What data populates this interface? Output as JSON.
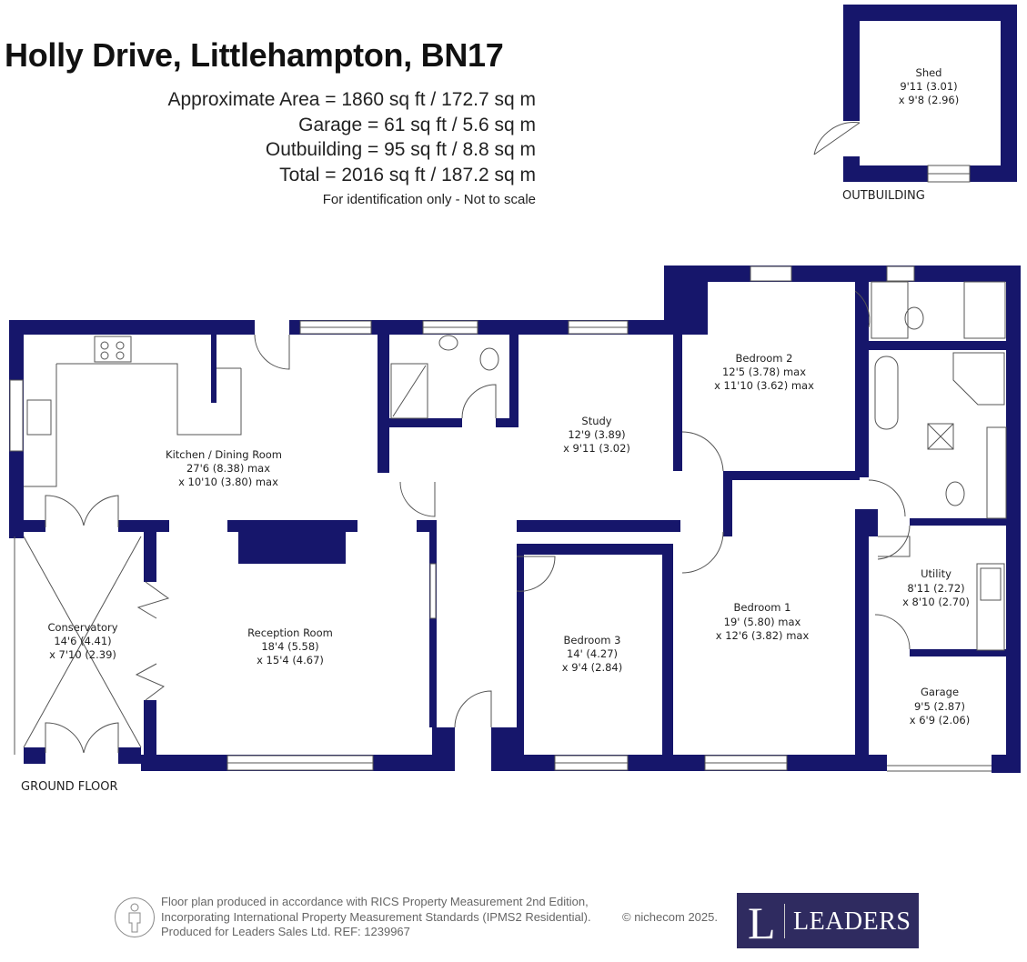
{
  "header": {
    "title": "Holly Drive, Littlehampton, BN17",
    "areas": [
      "Approximate Area = 1860 sq ft / 172.7 sq m",
      "Garage = 61 sq ft / 5.6 sq m",
      "Outbuilding = 95 sq ft / 8.8 sq m",
      "Total = 2016 sq ft / 187.2 sq m"
    ],
    "note": "For identification only - Not to scale"
  },
  "outbuilding": {
    "label": "OUTBUILDING",
    "room": {
      "name": "Shed",
      "dim1": "9'11 (3.01)",
      "dim2": "x 9'8 (2.96)"
    }
  },
  "ground_floor": {
    "label": "GROUND FLOOR",
    "rooms": {
      "kitchen": {
        "name": "Kitchen /  Dining Room",
        "dim1": "27'6 (8.38) max",
        "dim2": "x 10'10 (3.80) max"
      },
      "conservatory": {
        "name": "Conservatory",
        "dim1": "14'6 (4.41)",
        "dim2": "x 7'10 (2.39)"
      },
      "reception": {
        "name": "Reception Room",
        "dim1": "18'4 (5.58)",
        "dim2": "x 15'4 (4.67)"
      },
      "study": {
        "name": "Study",
        "dim1": "12'9 (3.89)",
        "dim2": "x 9'11 (3.02)"
      },
      "bedroom2": {
        "name": "Bedroom 2",
        "dim1": "12'5 (3.78) max",
        "dim2": "x 11'10 (3.62) max"
      },
      "bedroom3": {
        "name": "Bedroom 3",
        "dim1": "14' (4.27)",
        "dim2": "x 9'4 (2.84)"
      },
      "bedroom1": {
        "name": "Bedroom 1",
        "dim1": "19' (5.80) max",
        "dim2": "x 12'6 (3.82) max"
      },
      "utility": {
        "name": "Utility",
        "dim1": "8'11 (2.72)",
        "dim2": "x 8'10 (2.70)"
      },
      "garage": {
        "name": "Garage",
        "dim1": "9'5 (2.87)",
        "dim2": "x 6'9 (2.06)"
      }
    }
  },
  "footer": {
    "lines": [
      "Floor plan produced in accordance with RICS Property Measurement 2nd Edition,",
      "Incorporating International Property Measurement Standards (IPMS2 Residential).",
      "Produced for Leaders Sales Ltd.   REF:  1239967"
    ],
    "copyright": "© nichecom 2025.",
    "logo_letter": "L",
    "logo_name": "LEADERS"
  },
  "colors": {
    "wall": "#16166b",
    "logo_bg": "#2f2b60"
  }
}
